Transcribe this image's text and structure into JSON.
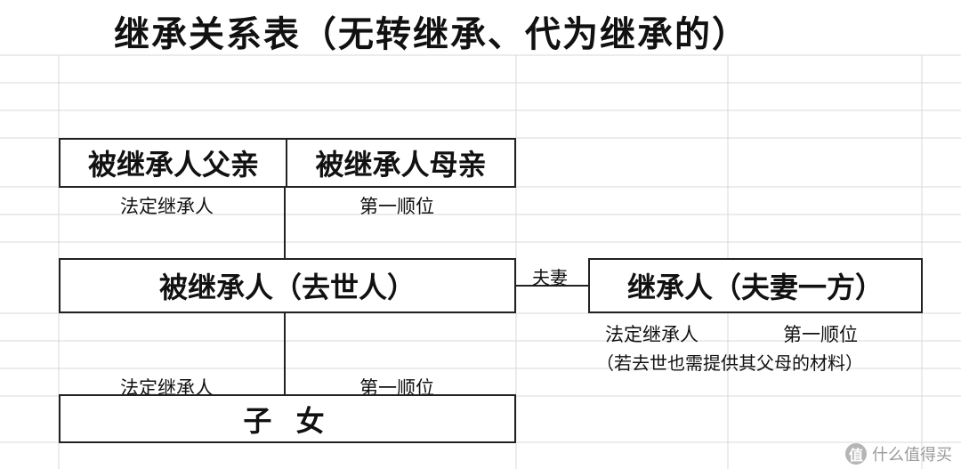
{
  "title": "继承关系表（无转继承、代为继承的）",
  "boxes": {
    "father": "被继承人父亲",
    "mother": "被继承人母亲",
    "deceased": "被继承人（去世人）",
    "spouse": "继承人（夫妻一方）",
    "children": "子 女"
  },
  "labels": {
    "parents_left": "法定继承人",
    "parents_right": "第一顺位",
    "spouse_link": "夫妻",
    "spouse_left": "法定继承人",
    "spouse_right": "第一顺位",
    "spouse_note": "（若去世也需提供其父母的材料）",
    "children_left": "法定继承人",
    "children_right": "第一顺位"
  },
  "watermark": {
    "icon": "值",
    "text": "什么值得买"
  },
  "colors": {
    "line": "#222222",
    "grid": "#d9d9d9",
    "watermark": "#9a9a9a"
  }
}
